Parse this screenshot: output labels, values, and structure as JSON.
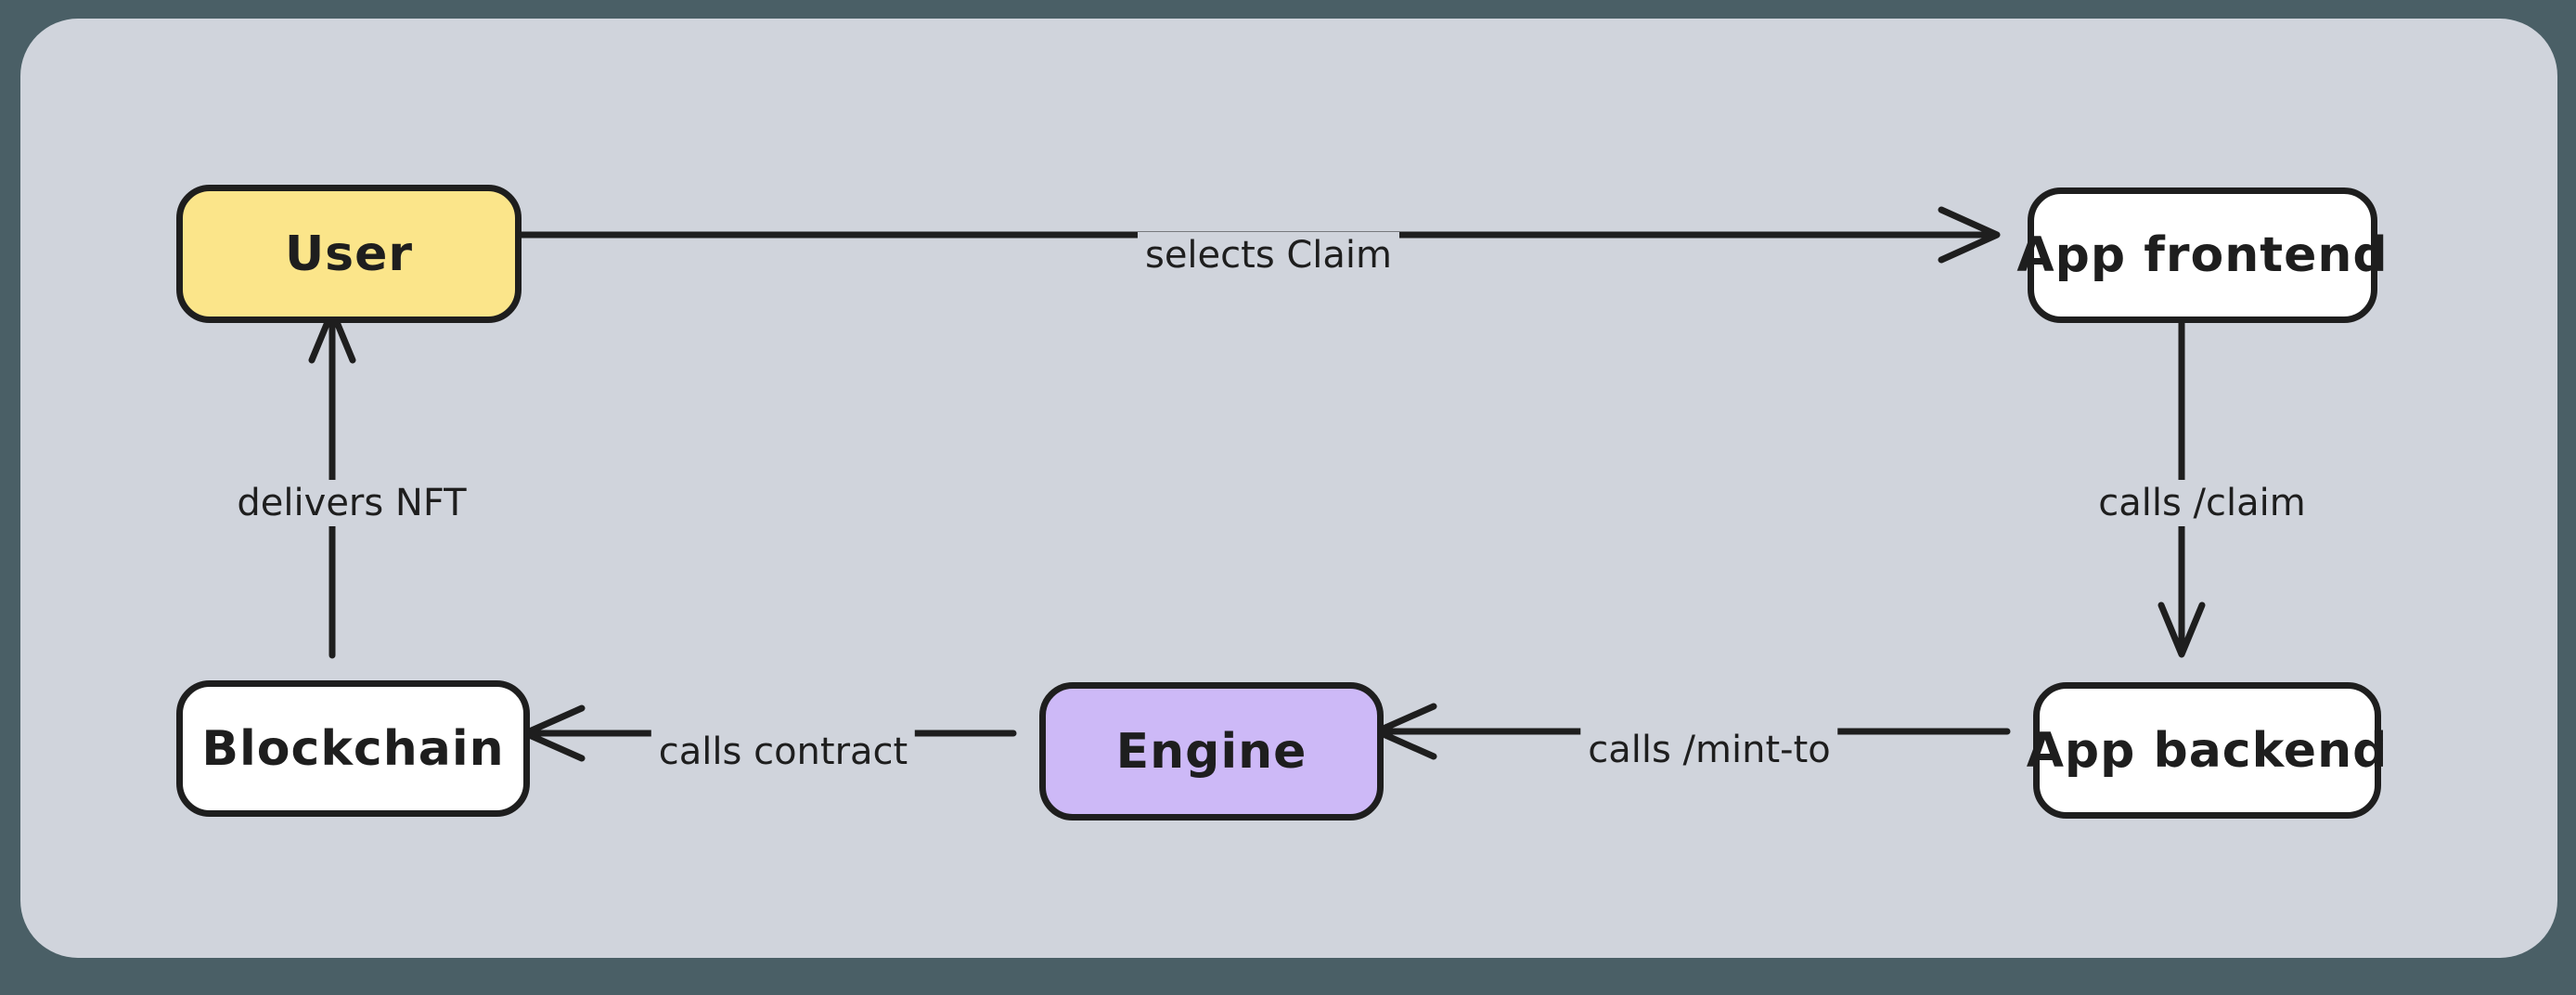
{
  "diagram": {
    "frame_background": "#4a5f66",
    "canvas_background": "#d0d4dc",
    "stroke_color": "#1e1e1e",
    "nodes": [
      {
        "id": "user",
        "label": "User",
        "fill": "#fbe58a"
      },
      {
        "id": "app-frontend",
        "label": "App frontend",
        "fill": "#ffffff"
      },
      {
        "id": "app-backend",
        "label": "App backend",
        "fill": "#ffffff"
      },
      {
        "id": "engine",
        "label": "Engine",
        "fill": "#cdb9f7"
      },
      {
        "id": "blockchain",
        "label": "Blockchain",
        "fill": "#ffffff"
      }
    ],
    "edges": [
      {
        "id": "user-to-frontend",
        "label": "selects Claim",
        "from": "User",
        "to": "App frontend",
        "direction": "right"
      },
      {
        "id": "frontend-to-backend",
        "label": "calls /claim",
        "from": "App frontend",
        "to": "App backend",
        "direction": "down"
      },
      {
        "id": "backend-to-engine",
        "label": "calls /mint-to",
        "from": "App backend",
        "to": "Engine",
        "direction": "left"
      },
      {
        "id": "engine-to-blockchain",
        "label": "calls contract",
        "from": "Engine",
        "to": "Blockchain",
        "direction": "left"
      },
      {
        "id": "blockchain-to-user",
        "label": "delivers NFT",
        "from": "Blockchain",
        "to": "User",
        "direction": "up"
      }
    ]
  }
}
